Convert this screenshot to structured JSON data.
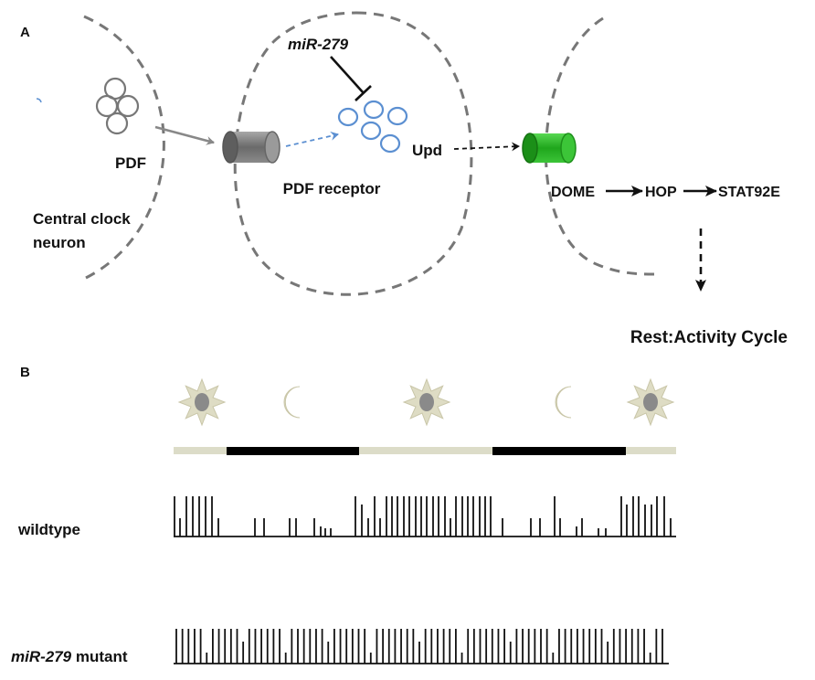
{
  "panel_a": {
    "panel_label": "A",
    "pdf_label": "PDF",
    "central_clock_line1": "Central clock",
    "central_clock_line2": "neuron",
    "receptor_label": "PDF receptor",
    "mirna_label": "miR-279",
    "upd_label": "Upd",
    "dome_label": "DOME",
    "hop_label": "HOP",
    "stat_label": "STAT92E",
    "outcome_label": "Rest:Activity Cycle",
    "colors": {
      "dashed_outline": "#777777",
      "pdf_circles": "#777777",
      "receptor_gray": "#7a7a7a",
      "mirna_target_blue": "#5b8fd1",
      "dome_green": "#2fbf2a"
    }
  },
  "panel_b": {
    "panel_label": "B",
    "wildtype_label": "wildtype",
    "mutant_italic": "miR-279",
    "mutant_rest": " mutant",
    "icons": [
      "sun-icon",
      "moon-icon",
      "sun-icon",
      "moon-icon",
      "sun-icon"
    ],
    "light_dark_bar": [
      "light",
      "dark",
      "light",
      "dark",
      "light"
    ],
    "colors": {
      "light": "#dcdcc8",
      "dark": "#000000",
      "sun_body": "#dedcc4",
      "sun_core": "#8a8a8a"
    }
  }
}
